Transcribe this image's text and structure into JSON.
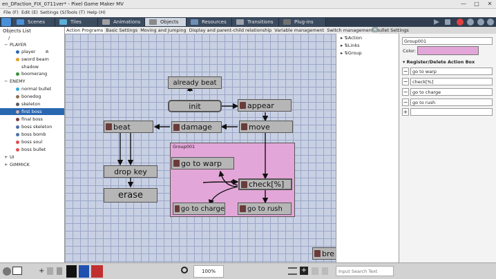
{
  "window": {
    "title": "en_DFaction_FIX_0711ver* - Pixel Game Maker MV",
    "minimize": "—",
    "maximize": "□",
    "close": "✕"
  },
  "menu": [
    "File (F)",
    "Edit (E)",
    "Settings (S)",
    "Tools (T)",
    "Help (H)"
  ],
  "tabs": [
    "Scenes",
    "Tiles",
    "Animations",
    "Objects",
    "Resources",
    "Transitions",
    "Plug-ins"
  ],
  "tab_colors": [
    "#4a90d9",
    "#5bb0d8",
    "#a0a0a0",
    "#8a8a8a",
    "#6d8fb3",
    "#9aa0aa",
    "#707070"
  ],
  "objects_list": {
    "header": "Objects List",
    "root": "/",
    "items": [
      {
        "label": "PLAYER",
        "type": "folder"
      },
      {
        "label": "player",
        "type": "item",
        "color": "#2a67b1"
      },
      {
        "label": "sword beam",
        "type": "item",
        "color": "#e0a020"
      },
      {
        "label": "shadow",
        "type": "item",
        "color": "#444"
      },
      {
        "label": "boomerang",
        "type": "item",
        "color": "#3a8f3a"
      },
      {
        "label": "ENEMY",
        "type": "folder"
      },
      {
        "label": "normal bullet",
        "type": "item",
        "color": "#35a8d8"
      },
      {
        "label": "bonedog",
        "type": "item",
        "color": "#8d6e4a"
      },
      {
        "label": "skeleton",
        "type": "item",
        "color": "#5a5a5a"
      },
      {
        "label": "first boss",
        "type": "item",
        "color": "#7a4040",
        "selected": true
      },
      {
        "label": "final boss",
        "type": "item",
        "color": "#7a4040"
      },
      {
        "label": "boss skeleton",
        "type": "item",
        "color": "#4a6fa8"
      },
      {
        "label": "boss bomb",
        "type": "item",
        "color": "#4a6fa8"
      },
      {
        "label": "boss soul",
        "type": "item",
        "color": "#e05050"
      },
      {
        "label": "boss bullet",
        "type": "item",
        "color": "#e05050"
      },
      {
        "label": "UI",
        "type": "folder"
      },
      {
        "label": "GIMMICK",
        "type": "folder"
      }
    ]
  },
  "subtabs": [
    "Action Programs",
    "Basic Settings",
    "Moving and Jumping",
    "Display and parent-child relationship",
    "Variable management",
    "Switch management",
    "Bullet Settings"
  ],
  "nodes": [
    {
      "label": "already beat",
      "icon": false
    },
    {
      "label": "init",
      "icon": false
    },
    {
      "label": "appear",
      "icon": true
    },
    {
      "label": "beat",
      "icon": true
    },
    {
      "label": "damage",
      "icon": true
    },
    {
      "label": "move",
      "icon": true
    },
    {
      "label": "drop key",
      "icon": false
    },
    {
      "label": "erase",
      "icon": false
    },
    {
      "label": "go to warp",
      "icon": true
    },
    {
      "label": "check[%]",
      "icon": true
    },
    {
      "label": "go to charge",
      "icon": true
    },
    {
      "label": "go to rush",
      "icon": true
    },
    {
      "label": "bre",
      "icon": true
    }
  ],
  "group": {
    "label": "Group001"
  },
  "right_panel": [
    "Action",
    "Links",
    "Group"
  ],
  "props": {
    "name": "Group001",
    "color_label": "Color:",
    "color": "#e3a6d8",
    "section": "Register/Delete Action Box",
    "rows": [
      "go to warp",
      "check[%]",
      "go to charge",
      "go to rush",
      ""
    ]
  },
  "bottom": {
    "zoom": "100%",
    "search_placeholder": "Input Search Text"
  }
}
